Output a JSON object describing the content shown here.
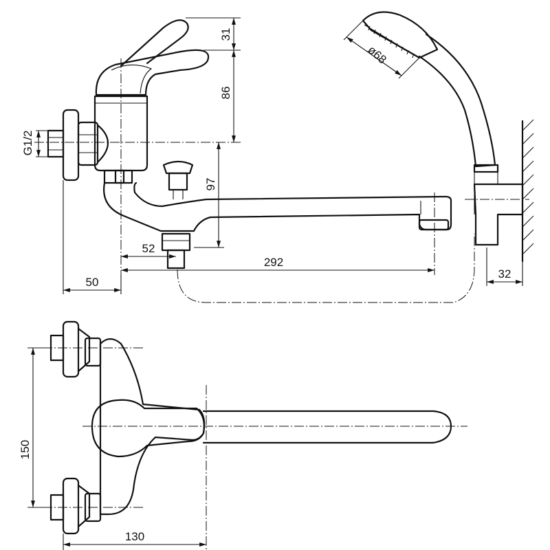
{
  "dimensions": {
    "lever_height": "31",
    "handle_height": "86",
    "thread": "G1/2",
    "spout_drop": "97",
    "spout_inlet": "52",
    "wall_offset": "50",
    "spout_reach": "292",
    "holder_depth": "32",
    "shower_head_diameter": "ø68",
    "inlet_spacing": "150",
    "body_depth": "130"
  }
}
